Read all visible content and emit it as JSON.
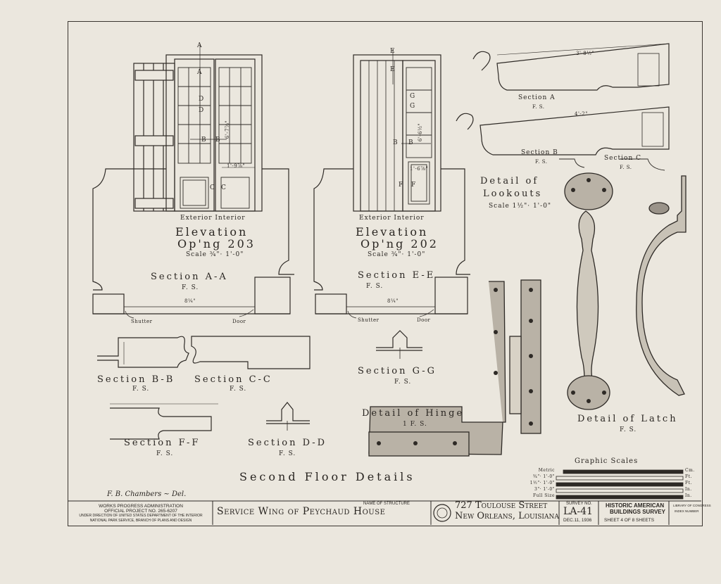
{
  "drawings": {
    "elev203": {
      "title": "Elevation",
      "opng": "Op'ng 203",
      "scale": "Scale ¾\"· 1'-0\"",
      "ext_int": "Exterior  Interior"
    },
    "elev202": {
      "title": "Elevation",
      "opng": "Op'ng 202",
      "scale": "Scale ¾\"· 1'-0\"",
      "ext_int": "Exterior  Interior"
    },
    "secAA": {
      "title": "Section A-A",
      "sub": "F. S.",
      "shutter": "Shutter",
      "door": "Door",
      "dim": "8¼\""
    },
    "secEE": {
      "title": "Section E-E",
      "sub": "F. S.",
      "shutter": "Shutter",
      "door": "Door",
      "dim": "8¼\""
    },
    "secBB": {
      "title": "Section B-B",
      "sub": "F. S."
    },
    "secCC": {
      "title": "Section C-C",
      "sub": "F. S."
    },
    "secFF": {
      "title": "Section F-F",
      "sub": "F. S."
    },
    "secDD": {
      "title": "Section D-D",
      "sub": "F. S."
    },
    "secGG": {
      "title": "Section G-G",
      "sub": "F. S."
    },
    "hinge": {
      "title": "Detail of Hinge",
      "sub": "1 F. S."
    },
    "latch": {
      "title": "Detail of Latch",
      "sub": "F. S."
    },
    "lookouts": {
      "title1": "Detail of",
      "title2": "Lookouts",
      "scale": "Scale 1½\"· 1'-0\"",
      "secA": "Section A",
      "secA_sub": "F. S.",
      "secB": "Section B",
      "secB_sub": "F. S.",
      "secC": "Section C",
      "secC_sub": "F. S.",
      "dimA": "3'-8½\"",
      "dimB": "4'-2\""
    },
    "markers": {
      "A": "A",
      "B": "B",
      "C": "C",
      "D": "D",
      "E": "E",
      "F": "F",
      "G": "G",
      "door_h": "6'-7⅞\"",
      "door_w": "1'-9⅞\"",
      "door_h2": "6'-6½\"",
      "door_w2": "1'-6⅞\""
    }
  },
  "sheet_title": "Second Floor Details",
  "graphic_scales": {
    "title": "Graphic Scales",
    "rows": [
      "Metric",
      "¾\"· 1'-0\"",
      "1½\"· 1'-0\"",
      "3\"· 1'-0\"",
      "Full Size"
    ],
    "units": [
      "Cm.",
      "Ft.",
      "Ft.",
      "In.",
      "In."
    ]
  },
  "signature": "F. B. Chambers ~ Del.",
  "title_block": {
    "wpa1": "WORKS PROGRESS ADMINISTRATION",
    "wpa2": "OFFICIAL PROJECT NO. 265-6207",
    "wpa3": "UNDER DIRECTION OF UNITED STATES DEPARTMENT OF THE INTERIOR",
    "wpa4": "NATIONAL PARK SERVICE, BRANCH OF PLANS AND DESIGN",
    "name_label": "NAME OF STRUCTURE",
    "structure": "Service Wing of Peychaud House",
    "address1": "727 Toulouse Street",
    "address2": "New Orleans, Louisiana",
    "survey_label": "SURVEY NO.",
    "survey_no": "LA-41",
    "date": "DEC.11, 1936",
    "habs1": "HISTORIC AMERICAN",
    "habs2": "BUILDINGS SURVEY",
    "sheet": "SHEET 4 OF 8 SHEETS",
    "loc1": "LIBRARY OF CONGRESS",
    "loc2": "INDEX NUMBER"
  }
}
